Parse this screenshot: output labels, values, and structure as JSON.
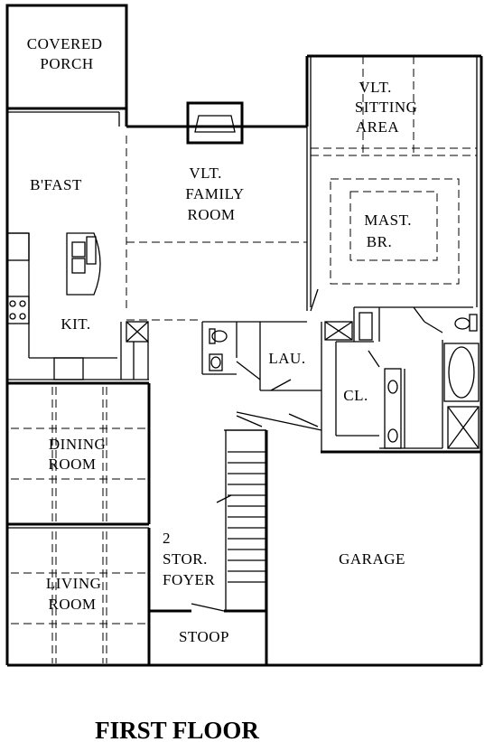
{
  "rooms": {
    "covered_porch": [
      "COVERED",
      "PORCH"
    ],
    "sitting_area": [
      "VLT.",
      "SITTING",
      "AREA"
    ],
    "bfast": [
      "B'FAST"
    ],
    "family_room": [
      "VLT.",
      "FAMILY",
      "ROOM"
    ],
    "master_br": [
      "MAST.",
      "BR."
    ],
    "kitchen": [
      "KIT."
    ],
    "laundry": [
      "LAU."
    ],
    "closet": [
      "CL."
    ],
    "dining_room": [
      "DINING",
      "ROOM"
    ],
    "living_room": [
      "LIVING",
      "ROOM"
    ],
    "foyer": [
      "2",
      "STOR.",
      "FOYER"
    ],
    "garage": [
      "GARAGE"
    ],
    "stoop": [
      "STOOP"
    ]
  },
  "title": "FIRST FLOOR"
}
